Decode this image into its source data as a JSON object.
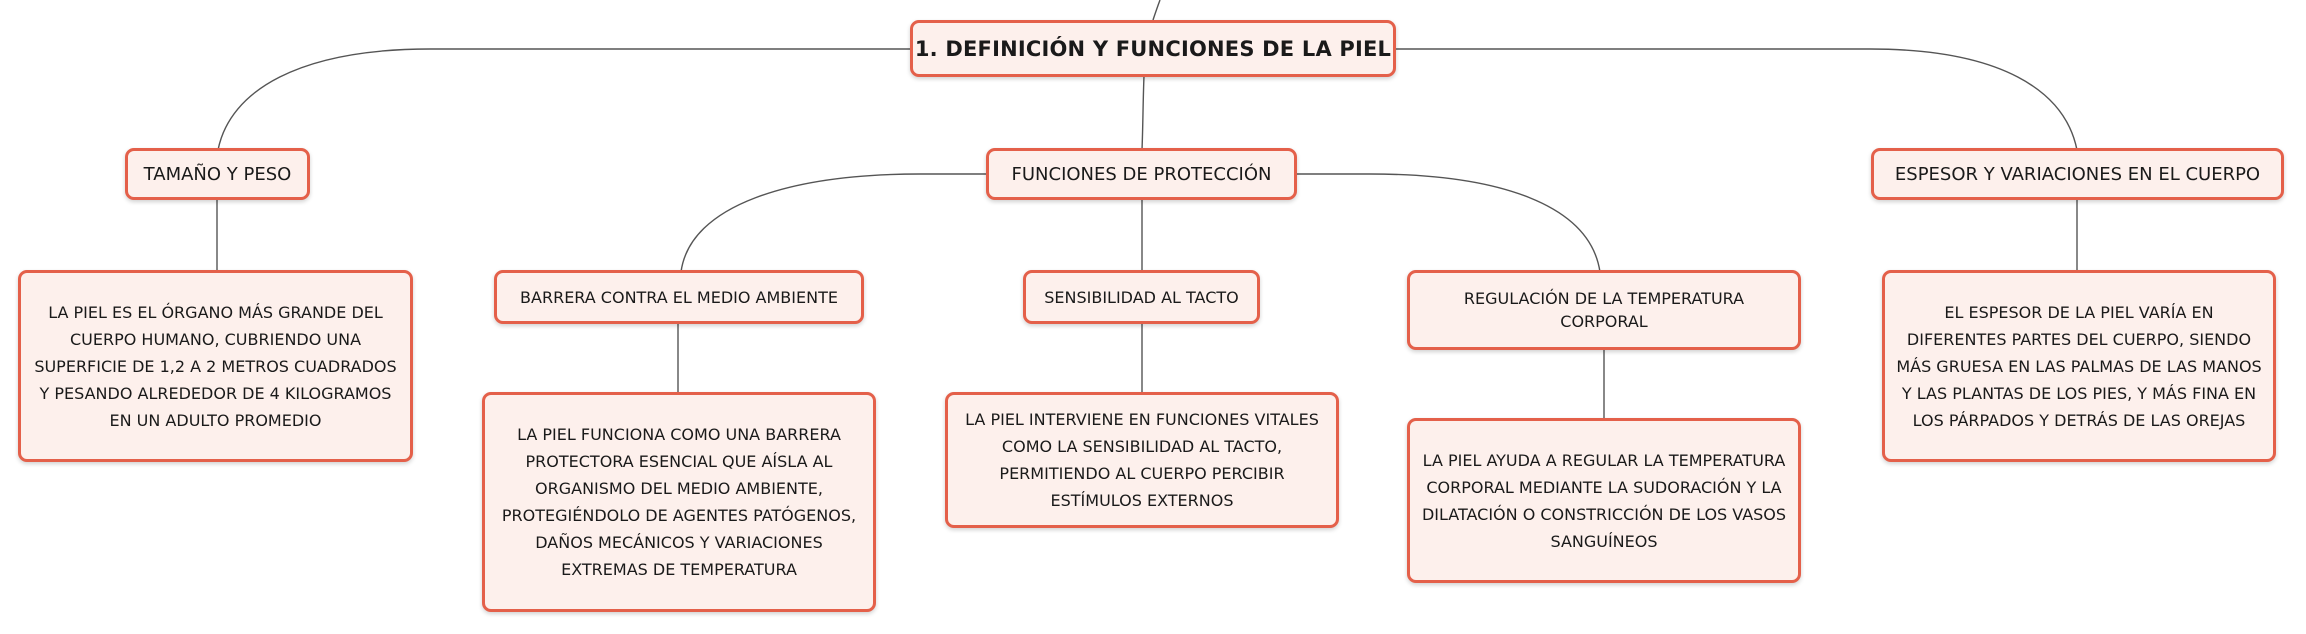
{
  "mindmap": {
    "root": {
      "label": "1. DEFINICIÓN Y FUNCIONES DE LA PIEL"
    },
    "tamano": {
      "label": "TAMAÑO Y PESO",
      "detail": "LA PIEL ES EL ÓRGANO MÁS GRANDE DEL CUERPO HUMANO, CUBRIENDO UNA SUPERFICIE DE 1,2 A 2 METROS CUADRADOS Y PESANDO ALREDEDOR DE 4 KILOGRAMOS EN UN ADULTO PROMEDIO"
    },
    "proteccion": {
      "label": "FUNCIONES DE PROTECCIÓN",
      "barrera": {
        "label": "BARRERA CONTRA EL MEDIO AMBIENTE",
        "detail": "LA PIEL FUNCIONA COMO UNA BARRERA PROTECTORA ESENCIAL QUE AÍSLA AL ORGANISMO DEL MEDIO AMBIENTE, PROTEGIÉNDOLO DE AGENTES PATÓGENOS, DAÑOS MECÁNICOS Y VARIACIONES EXTREMAS DE TEMPERATURA"
      },
      "tacto": {
        "label": "SENSIBILIDAD AL TACTO",
        "detail": "LA PIEL INTERVIENE EN FUNCIONES VITALES COMO LA SENSIBILIDAD AL TACTO, PERMITIENDO AL CUERPO PERCIBIR ESTÍMULOS EXTERNOS"
      },
      "temperatura": {
        "label": "REGULACIÓN DE LA TEMPERATURA CORPORAL",
        "detail": "LA PIEL AYUDA A REGULAR LA TEMPERATURA CORPORAL MEDIANTE LA SUDORACIÓN Y LA DILATACIÓN O CONSTRICCIÓN DE LOS VASOS SANGUÍNEOS"
      }
    },
    "espesor": {
      "label": "ESPESOR Y VARIACIONES EN EL CUERPO",
      "detail": "EL ESPESOR DE LA PIEL VARÍA EN DIFERENTES PARTES DEL CUERPO, SIENDO MÁS GRUESA EN LAS PALMAS DE LAS MANOS Y LAS PLANTAS DE LOS PIES, Y MÁS FINA EN LOS PÁRPADOS Y DETRÁS DE LAS OREJAS"
    }
  },
  "colors": {
    "node_border": "#e4604a",
    "node_fill": "#fdf0ec",
    "connector": "#555555"
  }
}
